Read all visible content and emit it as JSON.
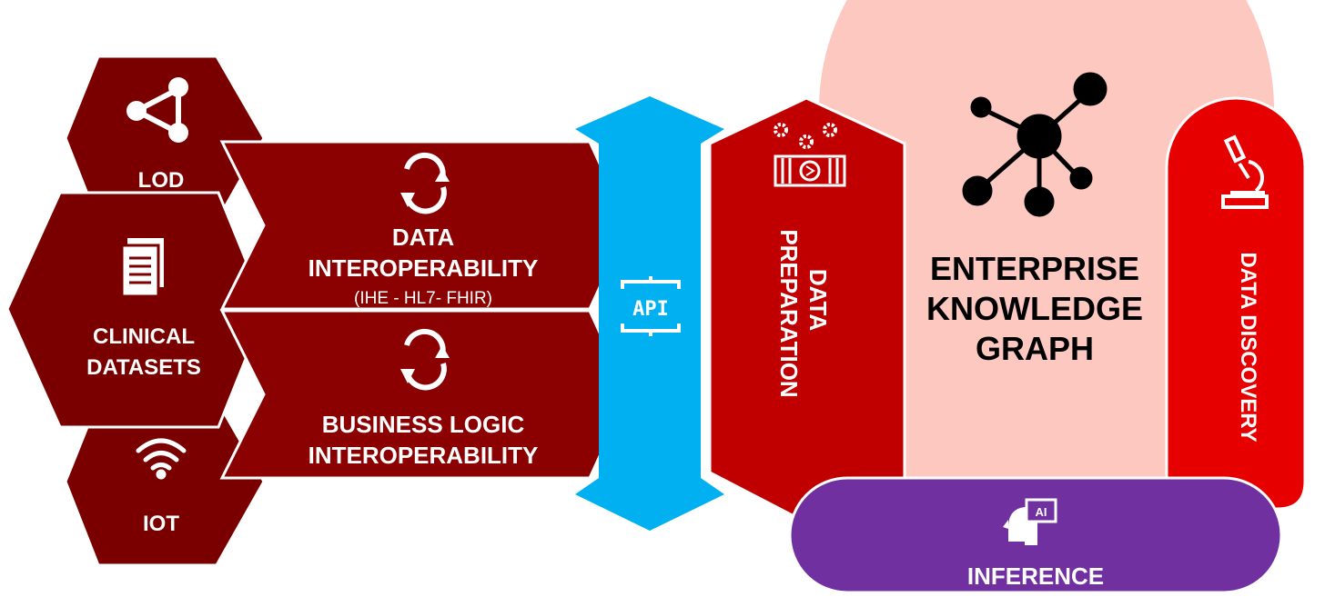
{
  "sources": {
    "lod": {
      "label": "LOD",
      "icon": "share-network-icon"
    },
    "clinical": {
      "line1": "CLINICAL",
      "line2": "DATASETS",
      "icon": "document-icon"
    },
    "iot": {
      "label": "IOT",
      "icon": "wifi-icon"
    }
  },
  "interop": {
    "data": {
      "line1": "DATA",
      "line2": "INTEROPERABILITY",
      "sub": "(IHE - HL7- FHIR)",
      "icon": "refresh-cycle-icon"
    },
    "business": {
      "line1": "BUSINESS LOGIC",
      "line2": "INTEROPERABILITY",
      "icon": "refresh-cycle-icon"
    }
  },
  "api": {
    "label": "API",
    "icon": "api-icon"
  },
  "preparation": {
    "line1": "DATA",
    "line2": "PREPARATION",
    "icon": "data-pipeline-gears-icon"
  },
  "knowledge_graph": {
    "line1": "ENTERPRISE",
    "line2": "KNOWLEDGE",
    "line3": "GRAPH",
    "icon": "graph-network-icon"
  },
  "discovery": {
    "label": "DATA DISCOVERY",
    "icon": "microscope-icon"
  },
  "inference": {
    "label": "INFERENCE",
    "icon": "ai-head-icon"
  },
  "colors": {
    "dark_red": "#7a0000",
    "mid_red": "#8b0000",
    "red": "#c00000",
    "bright_red": "#e60000",
    "pink": "#fcc8c0",
    "blue": "#00b0f0",
    "purple": "#7030a0"
  }
}
